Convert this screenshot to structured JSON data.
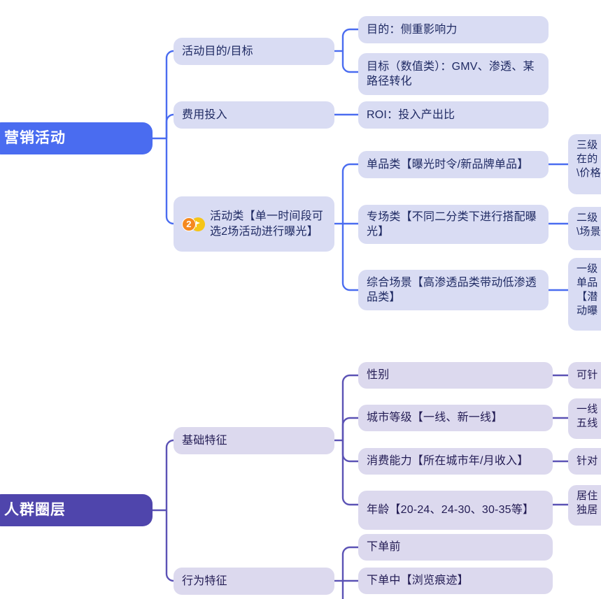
{
  "diagram": {
    "type": "mindmap",
    "background": "#ffffff",
    "palette": {
      "blue_root": "#4a6cf0",
      "purple_root": "#4f45ac",
      "blue_node": "#d9dcf3",
      "purple_node": "#dcd9ee",
      "blue_link": "#4a6cf0",
      "purple_link": "#5b52b5",
      "blue_text": "#1f2a63",
      "purple_text": "#231c54",
      "badge_count": "#f5891f",
      "badge_flag": "#f5c518"
    },
    "branches": [
      {
        "id": "marketing",
        "root": {
          "label": "营销活动"
        },
        "children": [
          {
            "label": "活动目的/目标",
            "children": [
              {
                "label": "目的：侧重影响力"
              },
              {
                "label": "目标（数值类）：GMV、渗透、某路径转化"
              }
            ]
          },
          {
            "label": "费用投入",
            "children": [
              {
                "label": "ROI：投入产出比"
              }
            ]
          },
          {
            "label": "活动类【单一时间段可选2场活动进行曝光】",
            "badge": {
              "count": "2",
              "icon": "flag-icon"
            },
            "children": [
              {
                "label": "单品类【曝光时令/新品牌单品】",
                "children": [
                  {
                    "label": "三级\n在的\n\\价格"
                  }
                ]
              },
              {
                "label": "专场类【不同二分类下进行搭配曝光】",
                "children": [
                  {
                    "label": "二级\n\\场景"
                  }
                ]
              },
              {
                "label": "综合场景【高渗透品类带动低渗透品类】",
                "children": [
                  {
                    "label": "一级\n单品\n【潜\n动曝"
                  }
                ]
              }
            ]
          }
        ]
      },
      {
        "id": "audience",
        "root": {
          "label": "人群圈层"
        },
        "children": [
          {
            "label": "基础特征",
            "children": [
              {
                "label": "性别",
                "children": [
                  {
                    "label": "可针"
                  }
                ]
              },
              {
                "label": "城市等级【一线、新一线】",
                "children": [
                  {
                    "label": "一线\n五线"
                  }
                ]
              },
              {
                "label": "消费能力【所在城市年/月收入】",
                "children": [
                  {
                    "label": "针对"
                  }
                ]
              },
              {
                "label": "年龄【20-24、24-30、30-35等】",
                "children": [
                  {
                    "label": "居住\n独居"
                  }
                ]
              }
            ]
          },
          {
            "label": "行为特征",
            "children": [
              {
                "label": "下单前"
              },
              {
                "label": "下单中【浏览痕迹】"
              }
            ]
          }
        ]
      }
    ],
    "nodes": {
      "marketing_root": "营销活动",
      "n_purpose": "活动目的/目标",
      "n_purpose_1": "目的：侧重影响力",
      "n_purpose_2": "目标（数值类）：GMV、渗透、某路径转化",
      "n_cost": "费用投入",
      "n_cost_1": "ROI：投入产出比",
      "n_activity": "活动类【单一时间段可选2场活动进行曝光】",
      "n_activity_badge": "2",
      "n_single": "单品类【曝光时令/新品牌单品】",
      "n_single_sub": "三级\n在的\n\\价格",
      "n_special": "专场类【不同二分类下进行搭配曝光】",
      "n_special_sub": "二级\n\\场景",
      "n_scene": "综合场景【高渗透品类带动低渗透品类】",
      "n_scene_sub": "一级\n单品\n【潜\n动曝",
      "audience_root": "人群圈层",
      "n_basic": "基础特征",
      "n_gender": "性别",
      "n_gender_sub": "可针",
      "n_city": "城市等级【一线、新一线】",
      "n_city_sub": "一线\n五线",
      "n_spend": "消费能力【所在城市年/月收入】",
      "n_spend_sub": "针对",
      "n_age": "年龄【20-24、24-30、30-35等】",
      "n_age_sub": "居住\n独居",
      "n_behavior": "行为特征",
      "n_behavior_1": "下单前",
      "n_behavior_2": "下单中【浏览痕迹】"
    }
  }
}
